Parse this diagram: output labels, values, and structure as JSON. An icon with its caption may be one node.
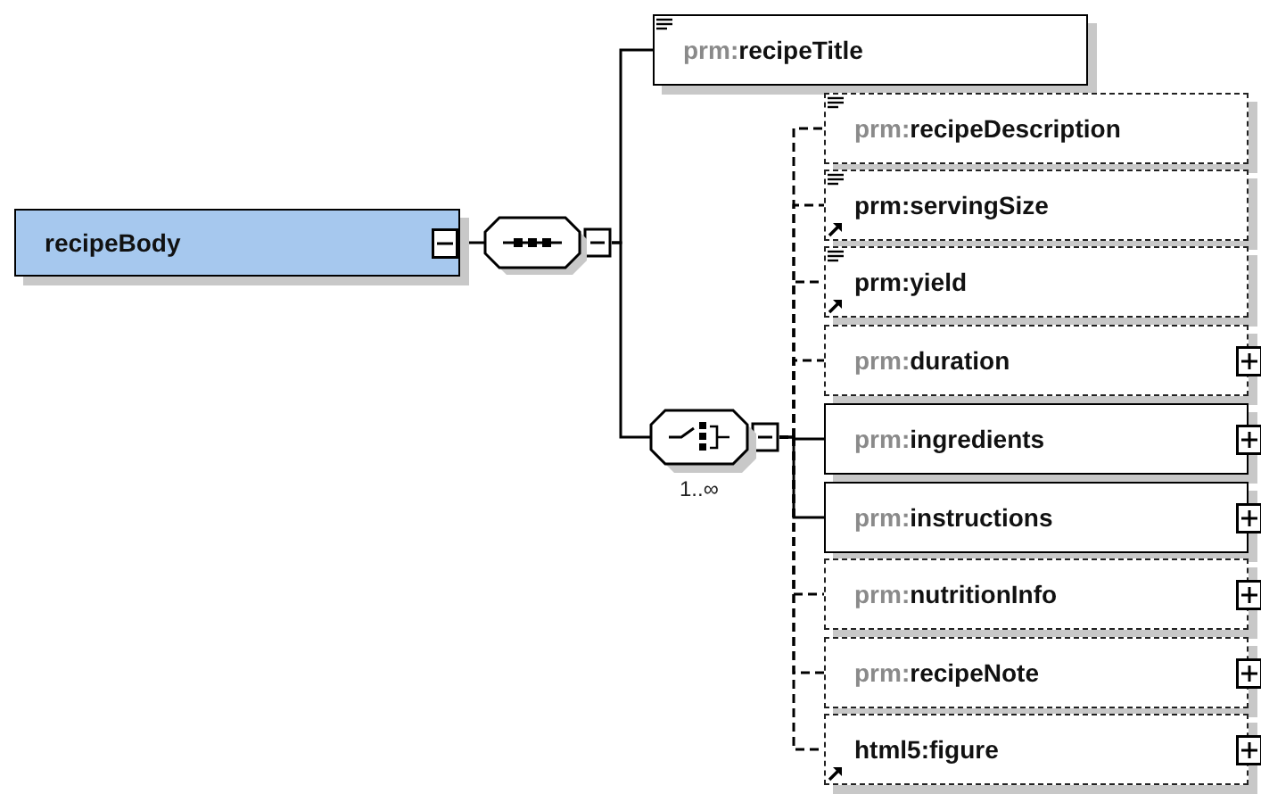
{
  "diagram": {
    "nodes": [
      {
        "text": [
          "recipeBody"
        ]
      },
      {
        "text": [],
        "shape": "octagon"
      },
      {
        "text": [],
        "shape": "octagon",
        "beside": [
          "1..∞"
        ]
      },
      {
        "text": [
          "prm:recipeTitle"
        ]
      },
      {
        "text": [
          "prm:recipeDescription"
        ]
      },
      {
        "text": [
          "prm:servingSize"
        ]
      },
      {
        "text": [
          "prm:yield"
        ]
      },
      {
        "text": [
          "prm:duration"
        ]
      },
      {
        "text": [
          "prm:ingredients"
        ]
      },
      {
        "text": [
          "prm:instructions"
        ]
      },
      {
        "text": [
          "prm:nutritionInfo"
        ]
      },
      {
        "text": [
          "prm:recipeNote"
        ]
      },
      {
        "text": [
          "html5:figure"
        ]
      }
    ],
    "edges": [
      {
        "from": 0,
        "to": 1,
        "arrow": "none"
      },
      {
        "from": 1,
        "to": 3,
        "arrow": "none"
      },
      {
        "from": 1,
        "to": 2,
        "arrow": "none"
      },
      {
        "from": 2,
        "to": 4,
        "arrow": "none",
        "style": "dashed"
      },
      {
        "from": 2,
        "to": 5,
        "arrow": "none",
        "style": "dashed"
      },
      {
        "from": 2,
        "to": 6,
        "arrow": "none",
        "style": "dashed"
      },
      {
        "from": 2,
        "to": 7,
        "arrow": "none",
        "style": "dashed"
      },
      {
        "from": 2,
        "to": 8,
        "arrow": "none"
      },
      {
        "from": 2,
        "to": 9,
        "arrow": "none"
      },
      {
        "from": 2,
        "to": 10,
        "arrow": "none",
        "style": "dashed"
      },
      {
        "from": 2,
        "to": 11,
        "arrow": "none",
        "style": "dashed"
      },
      {
        "from": 2,
        "to": 12,
        "arrow": "none",
        "style": "dashed"
      }
    ]
  }
}
